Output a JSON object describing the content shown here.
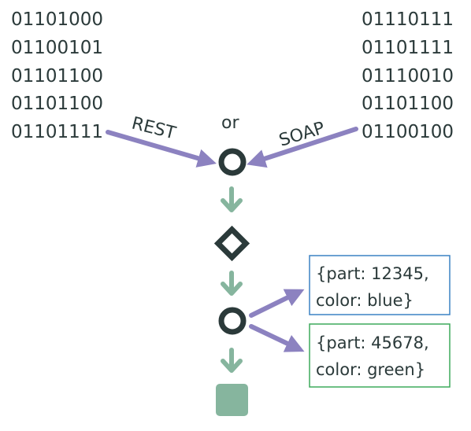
{
  "left_binary": [
    "01101000",
    "01100101",
    "01101100",
    "01101100",
    "01101111"
  ],
  "right_binary": [
    "01110111",
    "01101111",
    "01110010",
    "01101100",
    "01100100"
  ],
  "protocols": {
    "left": "REST",
    "or": "or",
    "right": "SOAP"
  },
  "records": [
    {
      "line1": "{part: 12345,",
      "line2": "color: blue}",
      "border_color": "#3b82c4"
    },
    {
      "line1": "{part: 45678,",
      "line2": "color: green}",
      "border_color": "#3daa5c"
    }
  ],
  "colors": {
    "purple_arrow": "#8c82c0",
    "green_arrow": "#86b59e",
    "node_stroke": "#2b3a3a",
    "sink_fill": "#86b59e"
  }
}
